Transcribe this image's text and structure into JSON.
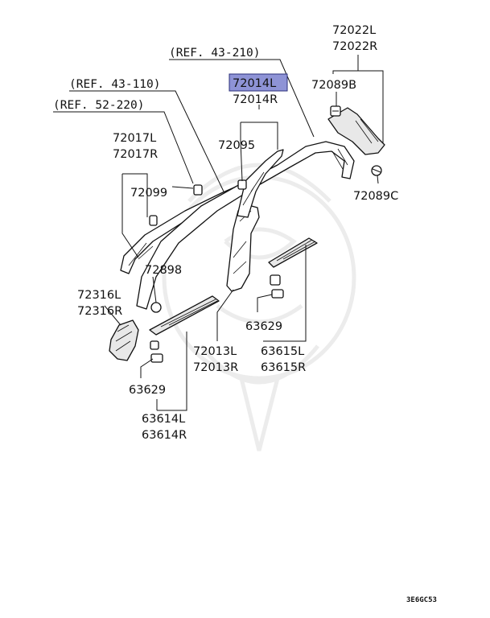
{
  "references": {
    "ref_43_210": "(REF. 43-210)",
    "ref_43_110": "(REF. 43-110)",
    "ref_52_220": "(REF. 52-220)"
  },
  "parts": {
    "p72022": [
      "72022L",
      "72022R"
    ],
    "p72014": [
      "72014L",
      "72014R"
    ],
    "p72089B": "72089B",
    "p72089C": "72089C",
    "p72017": [
      "72017L",
      "72017R"
    ],
    "p72099": "72099",
    "p72095": "72095",
    "p72898": "72898",
    "p72316": [
      "72316L",
      "72316R"
    ],
    "p63629_right": "63629",
    "p63629_left": "63629",
    "p72013": [
      "72013L",
      "72013R"
    ],
    "p63615": [
      "63615L",
      "63615R"
    ],
    "p63614": [
      "63614L",
      "63614R"
    ]
  },
  "highlight": {
    "part": "72014L",
    "color": "#8e93d6"
  },
  "diagram_code": "3E6GC53"
}
